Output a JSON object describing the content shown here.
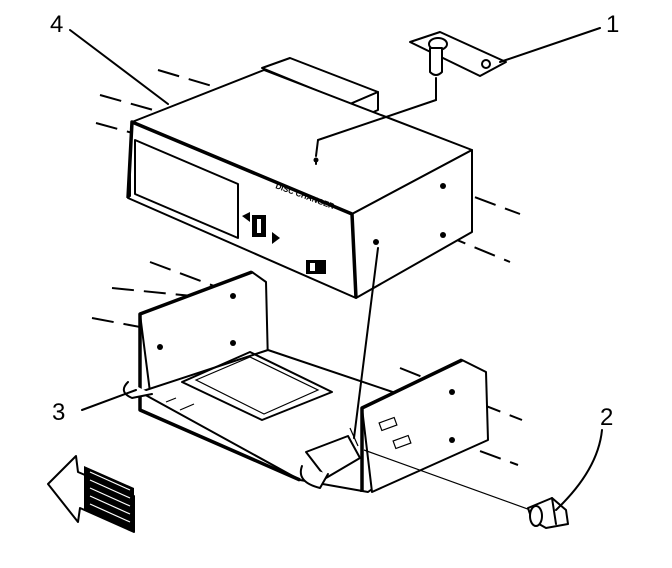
{
  "callouts": [
    {
      "label": "1"
    },
    {
      "label": "2"
    },
    {
      "label": "3"
    },
    {
      "label": "4"
    }
  ],
  "icons": [
    "front-direction-arrow-icon"
  ],
  "colors": {
    "line": "#000000",
    "background": "#ffffff"
  }
}
